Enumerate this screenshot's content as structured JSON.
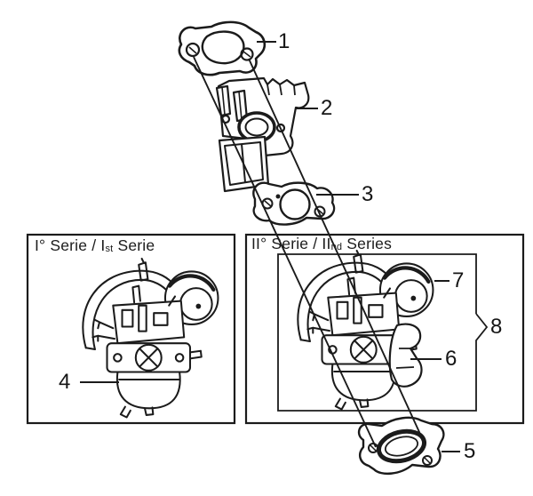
{
  "diagram": {
    "background": "#ffffff",
    "line_color": "#1b1b1b",
    "callouts": [
      {
        "number": "1"
      },
      {
        "number": "2"
      },
      {
        "number": "3"
      },
      {
        "number": "4"
      },
      {
        "number": "5"
      },
      {
        "number": "6"
      },
      {
        "number": "7"
      },
      {
        "number": "8"
      }
    ],
    "sections": {
      "serie1": {
        "prefix": "I° Serie / I",
        "sub": "st",
        "suffix": " Serie"
      },
      "serie2": {
        "prefix": "II° Serie / II",
        "sub": "nd",
        "suffix": " Series"
      }
    }
  }
}
